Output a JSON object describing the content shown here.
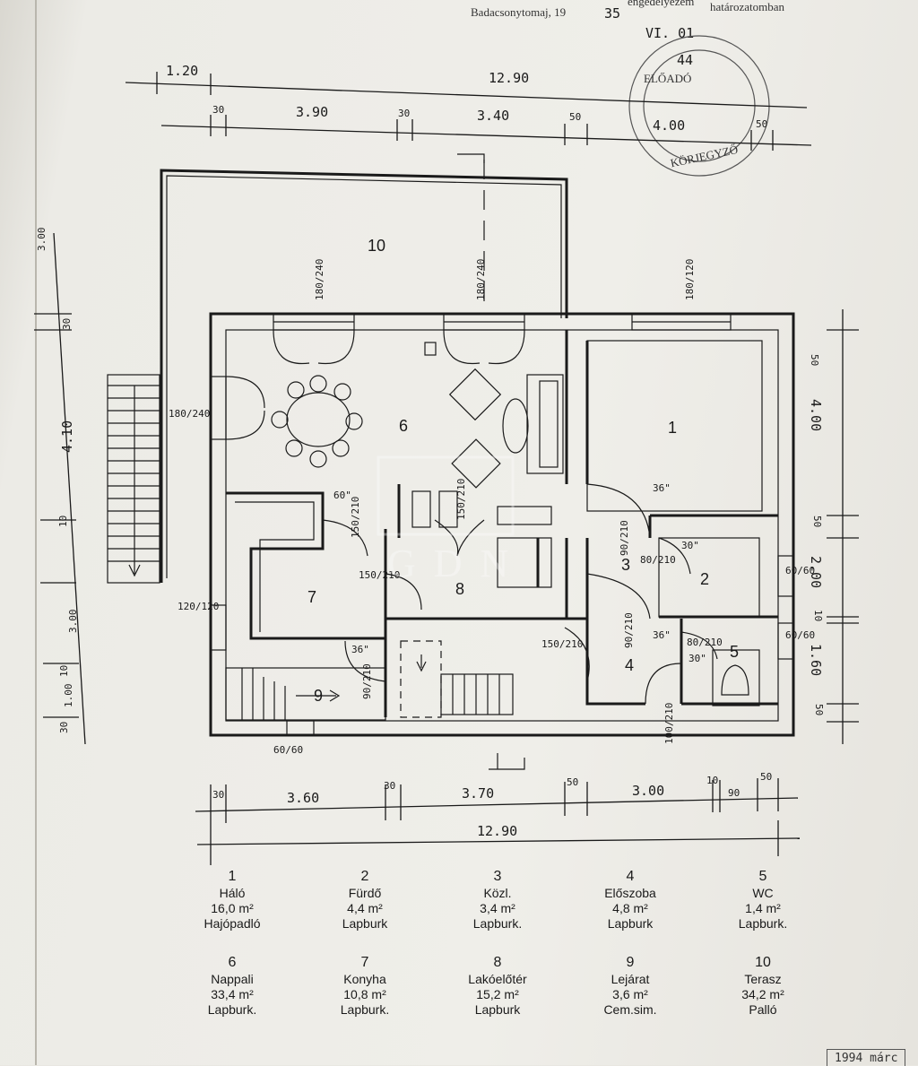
{
  "header": {
    "place_date": "Badacsonytomaj, 19",
    "year_handwritten": "35",
    "approval_text": "engedélyezem",
    "approval_text2": "határozatomban",
    "stamp_date": "VI. 01",
    "stamp_number": "44",
    "stamp_word": "ELŐADÓ",
    "stamp_ring": "KÖRJEGYZŐ"
  },
  "dimensions": {
    "top_offset": "1.20",
    "top_total": "12.90",
    "top_segments": [
      "30",
      "3.90",
      "30",
      "3.40",
      "50",
      "4.00",
      "50"
    ],
    "bottom_segments": [
      "30",
      "3.60",
      "30",
      "3.70",
      "50",
      "3.00",
      "10",
      "90",
      "50"
    ],
    "bottom_total": "12.90",
    "left_segments": [
      "3.00",
      "30",
      "4.10",
      "10",
      "3.00",
      "10",
      "1.00",
      "30"
    ],
    "right_segments": [
      "50",
      "4.00",
      "50",
      "2.00",
      "10",
      "1.60",
      "50"
    ]
  },
  "openings": [
    "180/240",
    "180/240",
    "180/120",
    "180/240",
    "120/120",
    "60/60",
    "60/60",
    "60/60",
    "100/210",
    "60\"",
    "150/210",
    "150/210",
    "150/210",
    "36\"",
    "90/210",
    "80/210",
    "30\"",
    "90/210",
    "36\"",
    "80/210",
    "30\"",
    "150/210",
    "90/210",
    "36\""
  ],
  "room_labels": [
    "1",
    "2",
    "3",
    "4",
    "5",
    "6",
    "7",
    "8",
    "9",
    "10"
  ],
  "watermark": "GDN",
  "legend": [
    {
      "num": "1",
      "name": "Háló",
      "area": "16,0 m²",
      "floor": "Hajópadló"
    },
    {
      "num": "2",
      "name": "Fürdő",
      "area": "4,4 m²",
      "floor": "Lapburk"
    },
    {
      "num": "3",
      "name": "Közl.",
      "area": "3,4 m²",
      "floor": "Lapburk."
    },
    {
      "num": "4",
      "name": "Előszoba",
      "area": "4,8 m²",
      "floor": "Lapburk"
    },
    {
      "num": "5",
      "name": "WC",
      "area": "1,4 m²",
      "floor": "Lapburk."
    },
    {
      "num": "6",
      "name": "Nappali",
      "area": "33,4 m²",
      "floor": "Lapburk."
    },
    {
      "num": "7",
      "name": "Konyha",
      "area": "10,8 m²",
      "floor": "Lapburk."
    },
    {
      "num": "8",
      "name": "Lakóelőtér",
      "area": "15,2 m²",
      "floor": "Lapburk"
    },
    {
      "num": "9",
      "name": "Lejárat",
      "area": "3,6 m²",
      "floor": "Cem.sim."
    },
    {
      "num": "10",
      "name": "Terasz",
      "area": "34,2 m²",
      "floor": "Palló"
    }
  ],
  "footer_fragment": "1994 márc"
}
